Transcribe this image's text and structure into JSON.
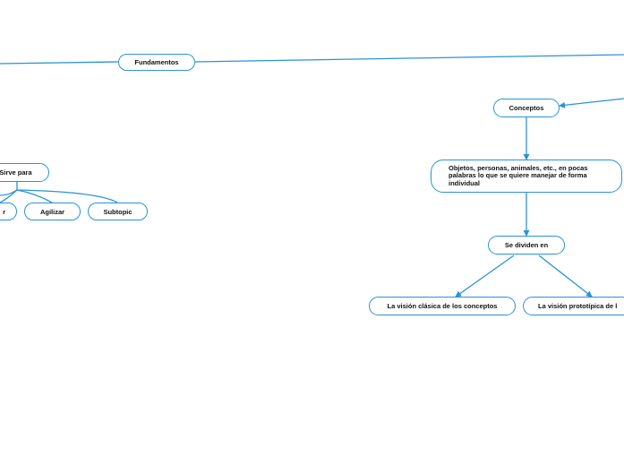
{
  "diagram": {
    "line_color": "#2a93d5",
    "nodes": {
      "fundamentos": "Fundamentos",
      "sirve_para": "Sirve para",
      "left_cut": "r",
      "agilizar": "Agilizar",
      "subtopic": "Subtopic",
      "conceptos": "Conceptos",
      "objetos": "Objetos, personas, animales, etc., en pocas palabras lo que se quiere manejar de forma individual",
      "se_dividen_en": "Se dividen en",
      "vision_clasica": "La visión clásica de los conceptos",
      "vision_prototipica": "La visión prototípica de l"
    }
  }
}
